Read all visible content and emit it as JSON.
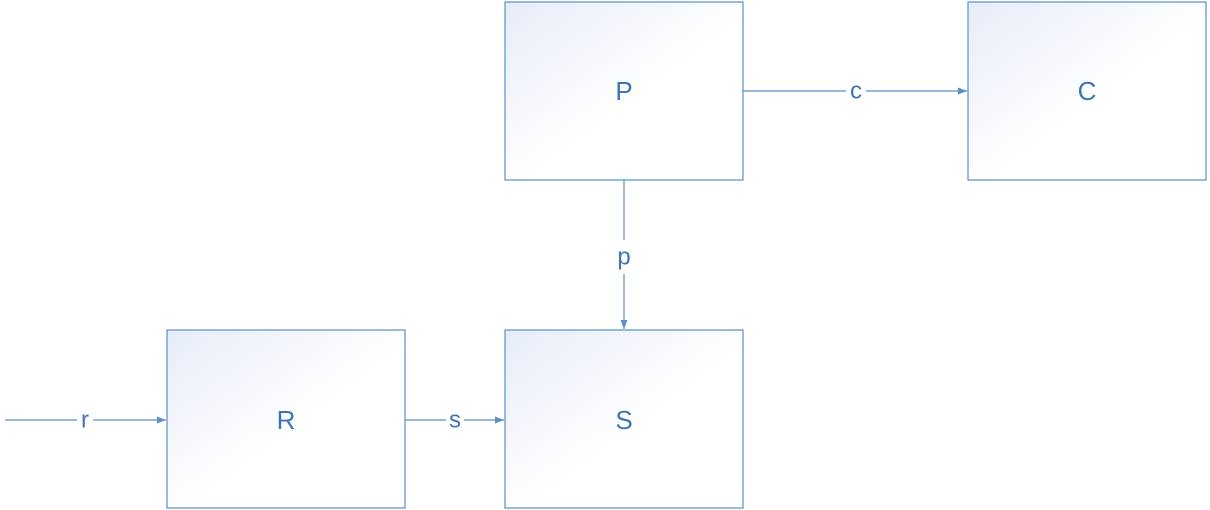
{
  "colors": {
    "stroke": "#5b8fc7",
    "text": "#3d75b3",
    "fill_light": "#e6ecf8",
    "fill_white": "#ffffff"
  },
  "blocks": {
    "p": {
      "label": "P"
    },
    "c": {
      "label": "C"
    },
    "r": {
      "label": "R"
    },
    "s": {
      "label": "S"
    }
  },
  "edges": {
    "c": {
      "label": "c",
      "from": "P",
      "to": "C"
    },
    "p": {
      "label": "p",
      "from": "P",
      "to": "S"
    },
    "r": {
      "label": "r",
      "from": "",
      "to": "R"
    },
    "s": {
      "label": "s",
      "from": "R",
      "to": "S"
    }
  }
}
